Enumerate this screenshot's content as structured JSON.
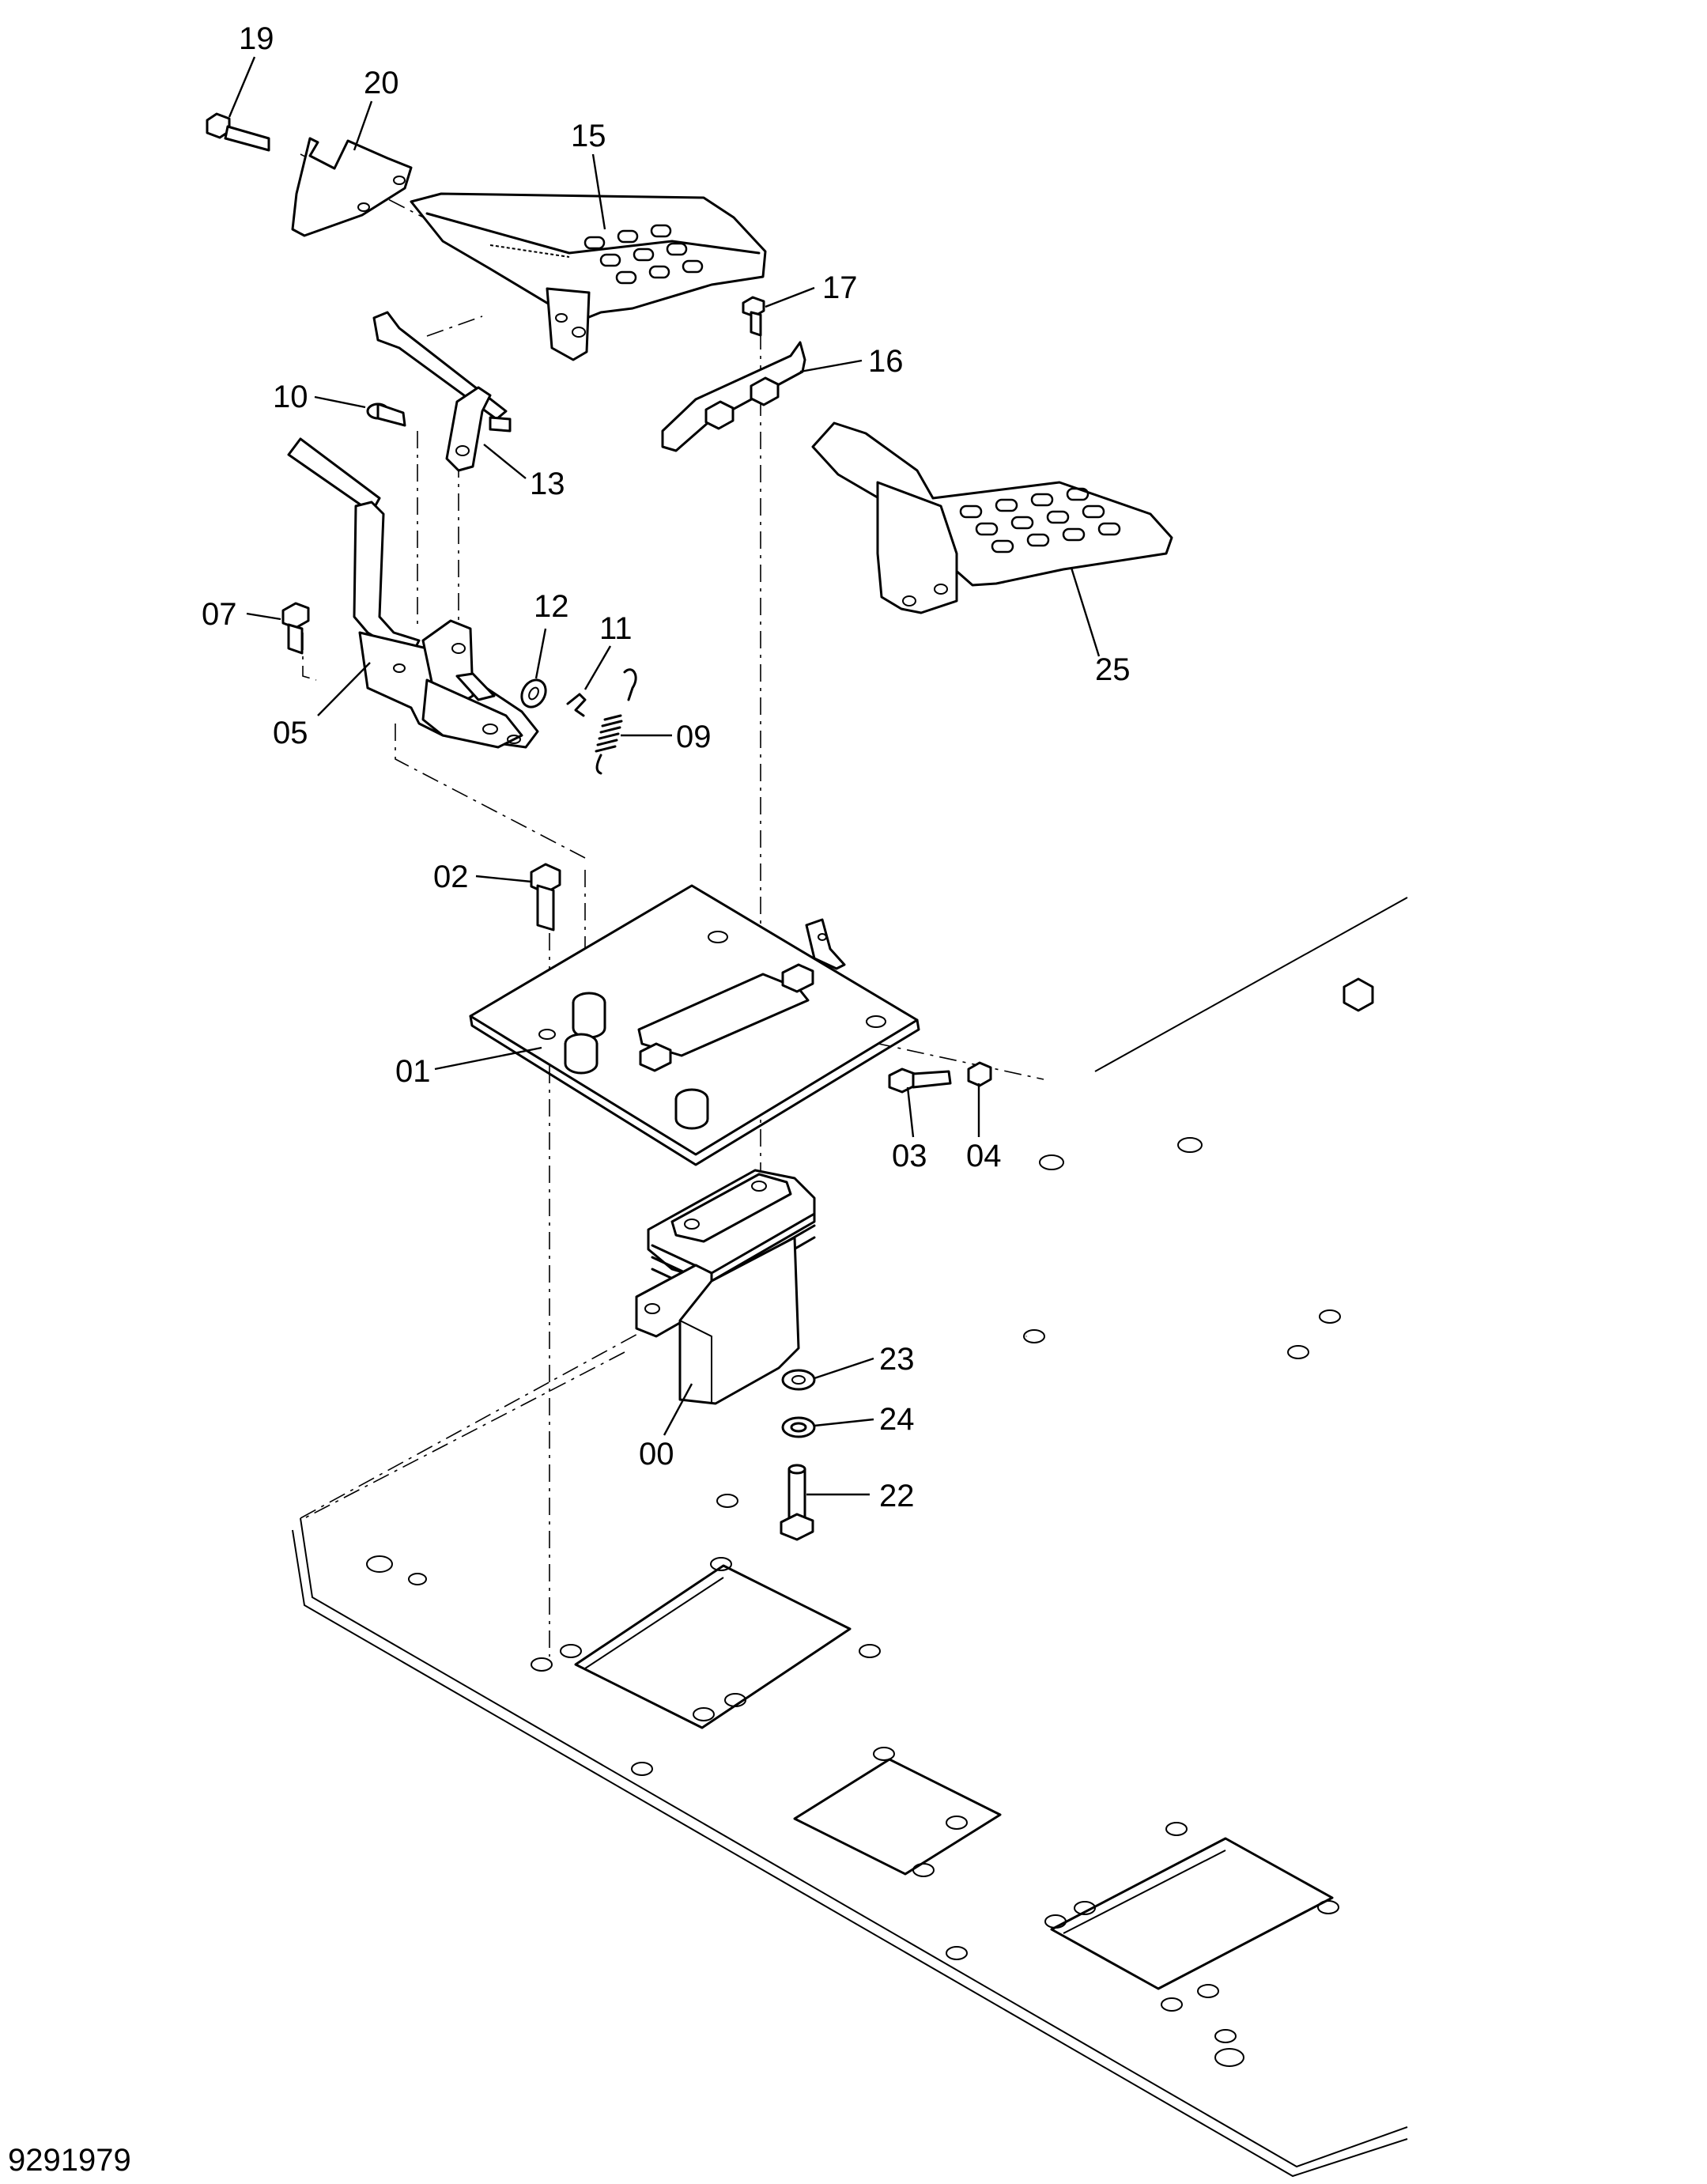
{
  "drawing_number": "9291979",
  "labels": {
    "p00": "00",
    "p01": "01",
    "p02": "02",
    "p03": "03",
    "p04": "04",
    "p05": "05",
    "p07": "07",
    "p09": "09",
    "p10": "10",
    "p11": "11",
    "p12": "12",
    "p13": "13",
    "p15": "15",
    "p16": "16",
    "p17": "17",
    "p19": "19",
    "p20": "20",
    "p22": "22",
    "p23": "23",
    "p24": "24",
    "p25": "25"
  }
}
